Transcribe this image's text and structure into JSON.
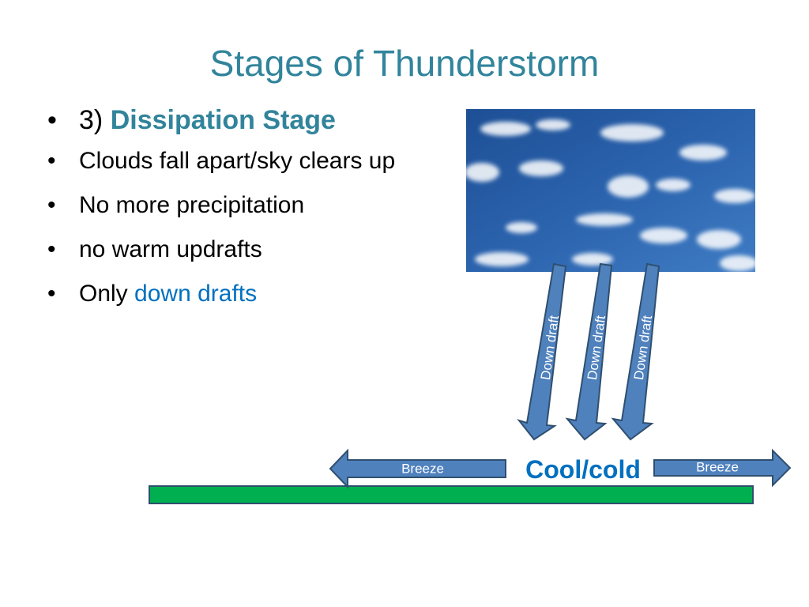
{
  "slide": {
    "title": "Stages of Thunderstorm",
    "bullets": {
      "b1_prefix": "3) ",
      "b1_stage": "Dissipation Stage",
      "b2": "Clouds fall apart/sky clears up",
      "b3": "No more precipitation",
      "b4": "no warm updrafts",
      "b5_prefix": "Only ",
      "b5_highlight": "down drafts"
    },
    "bullet_glyph": "•"
  },
  "diagram": {
    "downdraft_label": "Down draft",
    "center_label": "Cool/cold",
    "breeze_left": "Breeze",
    "breeze_right": "Breeze"
  },
  "colors": {
    "title": "#31849b",
    "highlight": "#0070c0",
    "arrow_fill": "#4f81bd",
    "arrow_stroke": "#2f4f6f",
    "ground": "#00b050"
  }
}
